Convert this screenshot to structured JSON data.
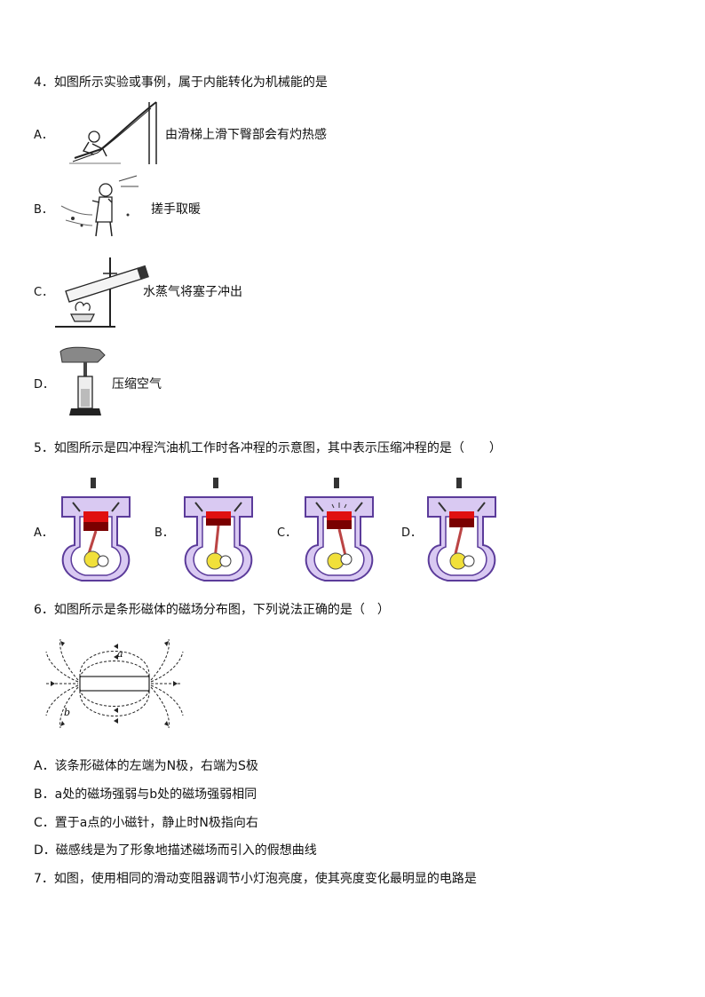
{
  "questions": {
    "q4": {
      "stem": "4．如图所示实验或事例，属于内能转化为机械能的是",
      "options": [
        {
          "letter": "A．",
          "text": "由滑梯上滑下臀部会有灼热感"
        },
        {
          "letter": "B．",
          "text": "搓手取暖"
        },
        {
          "letter": "C．",
          "text": "水蒸气将塞子冲出"
        },
        {
          "letter": "D．",
          "text": "压缩空气"
        }
      ]
    },
    "q5": {
      "stem": "5．如图所示是四冲程汽油机工作时各冲程的示意图，其中表示压缩冲程的是（　　）",
      "options": [
        {
          "letter": "A．"
        },
        {
          "letter": "B．"
        },
        {
          "letter": "C．"
        },
        {
          "letter": "D．"
        }
      ]
    },
    "q6": {
      "stem": "6．如图所示是条形磁体的磁场分布图，下列说法正确的是（　）",
      "figure_labels": {
        "a": "a",
        "b": "b"
      },
      "options": [
        {
          "letter": "A．",
          "text": "该条形磁体的左端为N极，右端为S极"
        },
        {
          "letter": "B．",
          "text": "a处的磁场强弱与b处的磁场强弱相同"
        },
        {
          "letter": "C．",
          "text": "置于a点的小磁针，静止时N极指向右"
        },
        {
          "letter": "D．",
          "text": "磁感线是为了形象地描述磁场而引入的假想曲线"
        }
      ]
    },
    "q7": {
      "stem": "7．如图，使用相同的滑动变阻器调节小灯泡亮度，使其亮度变化最明显的电路是"
    }
  }
}
